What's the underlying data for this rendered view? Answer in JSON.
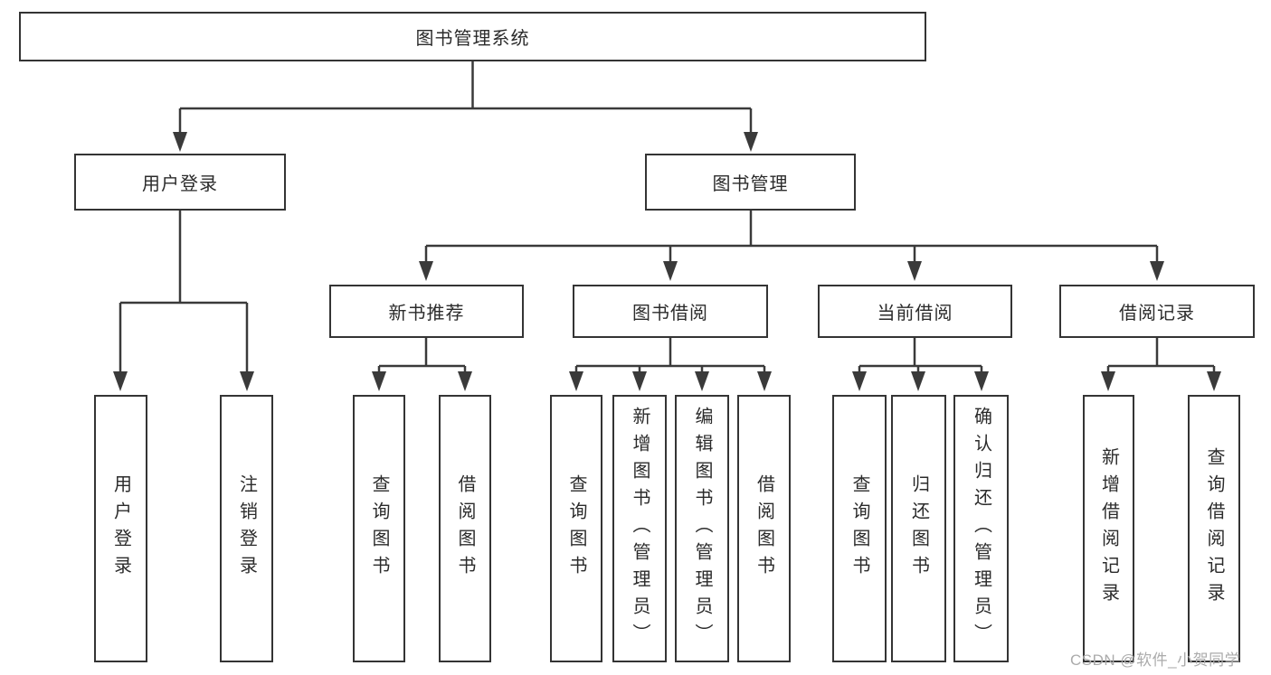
{
  "diagram": {
    "title": "图书管理系统",
    "branches": [
      {
        "label": "用户登录",
        "children": [
          {
            "label": "用户登录"
          },
          {
            "label": "注销登录"
          }
        ]
      },
      {
        "label": "图书管理",
        "children": [
          {
            "label": "新书推荐",
            "children": [
              {
                "label": "查询图书"
              },
              {
                "label": "借阅图书"
              }
            ]
          },
          {
            "label": "图书借阅",
            "children": [
              {
                "label": "查询图书"
              },
              {
                "label": "新增图书（管理员）"
              },
              {
                "label": "编辑图书（管理员）"
              },
              {
                "label": "借阅图书"
              }
            ]
          },
          {
            "label": "当前借阅",
            "children": [
              {
                "label": "查询图书"
              },
              {
                "label": "归还图书"
              },
              {
                "label": "确认归还（管理员）"
              }
            ]
          },
          {
            "label": "借阅记录",
            "children": [
              {
                "label": "新增借阅记录"
              },
              {
                "label": "查询借阅记录"
              }
            ]
          }
        ]
      }
    ]
  },
  "watermark": {
    "text": "CSDN @软件_小贺同学"
  },
  "colors": {
    "line": "#3a3a3a",
    "border": "#343434",
    "text": "#2b2b2b",
    "watermark": "#ababab",
    "background": "#ffffff"
  }
}
